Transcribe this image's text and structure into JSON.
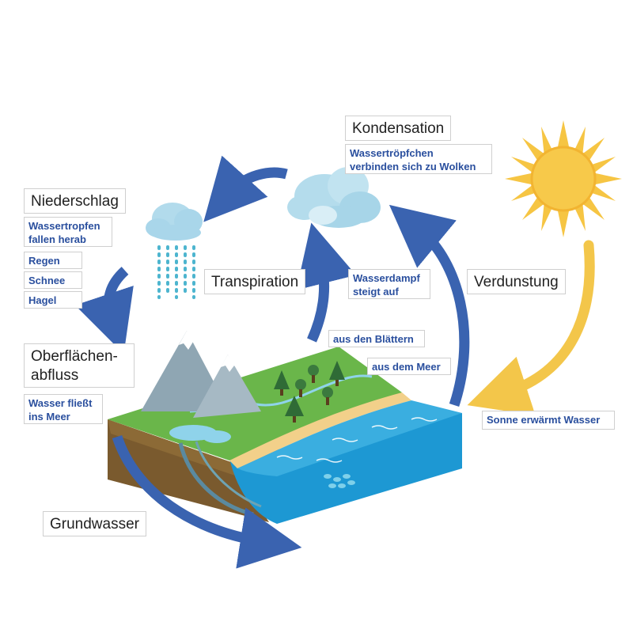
{
  "labels": {
    "kondensation": "Kondensation",
    "kondensation_note_1": "Wassertröpfchen",
    "kondensation_note_2": "verbinden sich zu Wolken",
    "niederschlag": "Niederschlag",
    "niederschlag_note_1": "Wassertropfen",
    "niederschlag_note_2": "fallen herab",
    "regen": "Regen",
    "schnee": "Schnee",
    "hagel": "Hagel",
    "transpiration": "Transpiration",
    "wasserdampf_1": "Wasserdampf",
    "wasserdampf_2": "steigt auf",
    "verdunstung": "Verdunstung",
    "aus_den_blaettern": "aus den Blättern",
    "aus_dem_meer": "aus dem Meer",
    "oberflaechen_1": "Oberflächen-",
    "oberflaechen_2": "abfluss",
    "oberflaechen_note_1": "Wasser fließt",
    "oberflaechen_note_2": "ins Meer",
    "sonne": "Sonne erwärmt Wasser",
    "grundwasser": "Grundwasser"
  },
  "colors": {
    "arrow_blue": "#3a63b0",
    "sun_yellow": "#f6c543",
    "sun_arrow": "#f3c64a",
    "grass": "#69b44a",
    "soil": "#7a5a2e",
    "sea": "#3aaee0",
    "sand": "#f2d08a",
    "mountain": "#93a8b5",
    "cloud": "#a9d8ea",
    "rain": "#4db5cf",
    "note_text": "#2a4f9e"
  },
  "icons": [
    "sun-icon",
    "cloud-icon",
    "rain-icon",
    "tree-icon",
    "mountain-icon",
    "fish-icon"
  ]
}
